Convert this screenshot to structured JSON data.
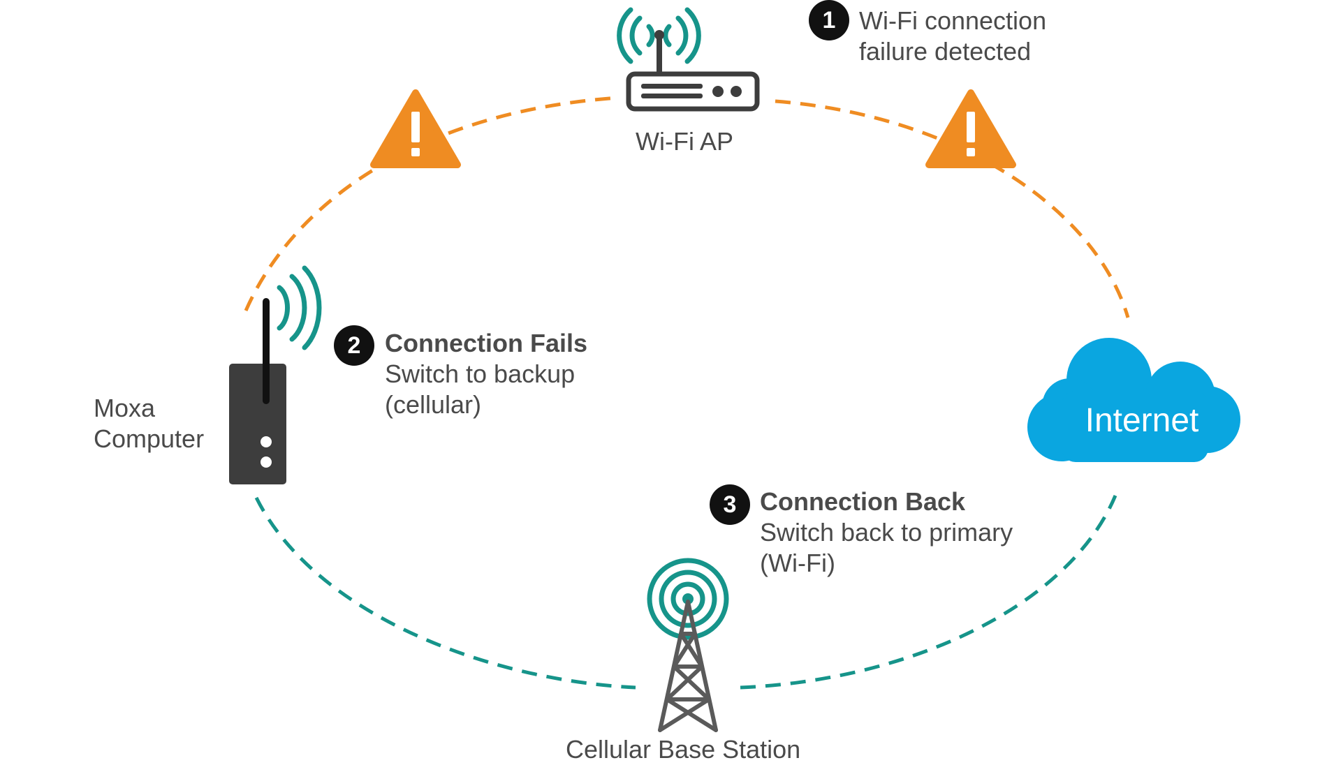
{
  "nodes": {
    "wifi_ap": {
      "label": "Wi-Fi AP"
    },
    "moxa_computer": {
      "label_line1": "Moxa",
      "label_line2": "Computer"
    },
    "internet": {
      "label": "Internet"
    },
    "cellular_base_station": {
      "label": "Cellular Base Station"
    }
  },
  "steps": [
    {
      "number": "1",
      "line1": "Wi-Fi connection",
      "line2": "failure detected",
      "line3": ""
    },
    {
      "number": "2",
      "title": "Connection Fails",
      "line2": "Switch to backup",
      "line3": "(cellular)"
    },
    {
      "number": "3",
      "title": "Connection Back",
      "line2": "Switch back to primary",
      "line3": "(Wi-Fi)"
    }
  ],
  "warnings": [
    {
      "symbol": "!"
    },
    {
      "symbol": "!"
    }
  ],
  "colors": {
    "wifi_path": "#ef8c22",
    "cellular_path": "#16948a",
    "signal_teal": "#16948a",
    "device_dark": "#3d3d3d",
    "cloud_blue": "#0aa6e0",
    "badge_black": "#111111",
    "text_gray": "#4a4a4a"
  }
}
